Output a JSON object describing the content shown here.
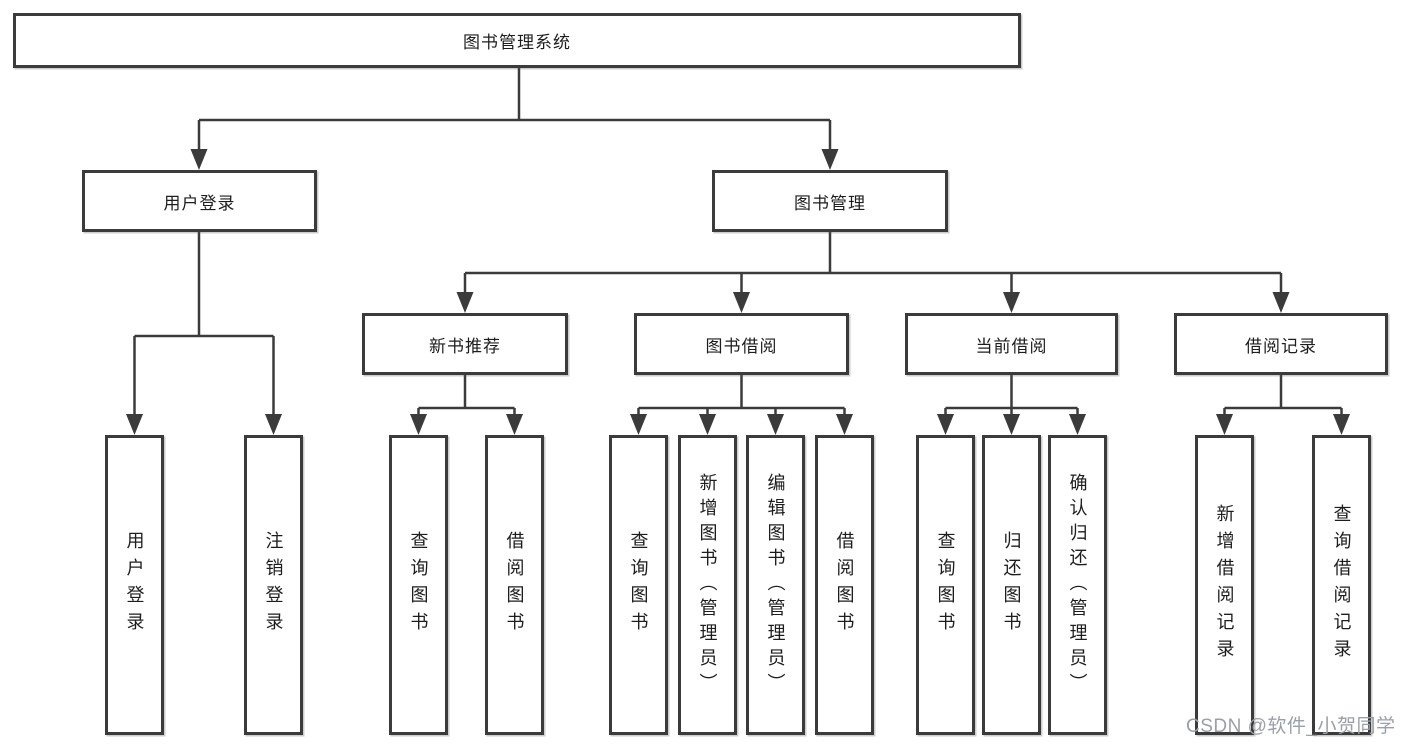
{
  "diagram": {
    "root": {
      "label": "图书管理系统"
    },
    "level2": [
      {
        "label": "用户登录"
      },
      {
        "label": "图书管理"
      }
    ],
    "level3": [
      {
        "label": "新书推荐"
      },
      {
        "label": "图书借阅"
      },
      {
        "label": "当前借阅"
      },
      {
        "label": "借阅记录"
      }
    ],
    "leaves": [
      {
        "label": "用户登录"
      },
      {
        "label": "注销登录"
      },
      {
        "label": "查询图书"
      },
      {
        "label": "借阅图书"
      },
      {
        "label": "查询图书"
      },
      {
        "label": "新增图书（管理员）"
      },
      {
        "label": "编辑图书（管理员）"
      },
      {
        "label": "借阅图书"
      },
      {
        "label": "查询图书"
      },
      {
        "label": "归还图书"
      },
      {
        "label": "确认归还（管理员）"
      },
      {
        "label": "新增借阅记录"
      },
      {
        "label": "查询借阅记录"
      }
    ],
    "colors": {
      "line": "#3b3b3b",
      "text": "#1d1d1d",
      "background": "#ffffff",
      "watermark": "#9aa0a8"
    }
  },
  "watermark": {
    "text": "CSDN @软件_小贺同学"
  }
}
